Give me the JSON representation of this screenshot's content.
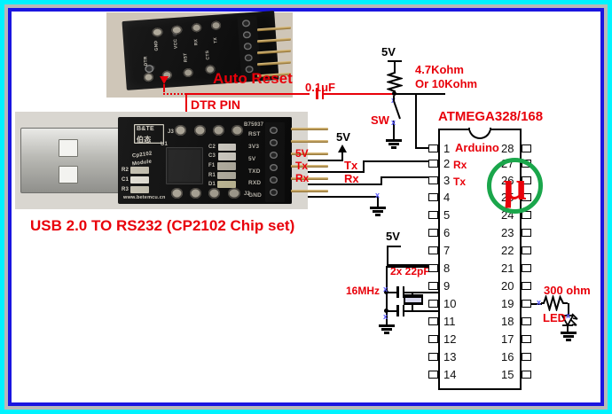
{
  "title": "USB 2.0 TO RS232 (CP2102 Chip set) to ATMEGA328/168 Arduino auto-reset wiring diagram",
  "frame": {
    "outer_color": "#00f3ff",
    "mid_color": "#b9b9b9",
    "inner_color": "#1a15e0",
    "page_color": "#ffffff"
  },
  "colors": {
    "label_red": "#e8000a",
    "wire_black": "#000000",
    "logo_green": "#1aa64b",
    "junction_blue": "#5a5aff"
  },
  "annotations": {
    "auto_reset": "Auto Reset",
    "dtr_pin": "DTR PIN",
    "usb_caption": "USB 2.0 TO RS232 (CP2102 Chip set)",
    "cap_value": "0.1uF",
    "pullup_value_line1": "4.7Kohm",
    "pullup_value_line2": "Or 10Kohm",
    "supply_top": "5V",
    "switch": "SW",
    "supply_header": "5V",
    "supply_pin7": "5V",
    "tx_label": "Tx",
    "rx_label": "Rx",
    "crystal": "16MHz",
    "caps_22pf": "2x 22pF",
    "led_resistor": "300 ohm",
    "led": "LED"
  },
  "usb_board": {
    "brand": "B&TE",
    "brand_cn": "伯态",
    "part_number": "B75937",
    "chip_label": "U1",
    "module_text_1": "Cp2102",
    "module_text_2": "Module",
    "website": "www.betemcu.cn",
    "connector_left": "J3",
    "connector_bottom": "J2",
    "components": [
      "C2",
      "C3",
      "F1",
      "R1",
      "D1",
      "R2",
      "C1",
      "R3"
    ],
    "header_pins": [
      "RST",
      "3V3",
      "5V",
      "TXD",
      "RXD",
      "GND"
    ],
    "overlay_pin_labels": [
      "5V",
      "Tx",
      "Rx"
    ]
  },
  "top_board": {
    "top_pads": [
      "GND",
      "VCC",
      "RX",
      "TX"
    ],
    "bottom_pads": [
      "DTR",
      "NC?",
      "RST",
      "CTS"
    ]
  },
  "ic": {
    "part_label": "ATMEGA328/168",
    "sub_label": "Arduino",
    "logo_glyph": "µ",
    "left_pins": [
      {
        "num": "1",
        "func": ""
      },
      {
        "num": "2",
        "func": "Rx"
      },
      {
        "num": "3",
        "func": "Tx"
      },
      {
        "num": "4",
        "func": ""
      },
      {
        "num": "5",
        "func": ""
      },
      {
        "num": "6",
        "func": ""
      },
      {
        "num": "7",
        "func": ""
      },
      {
        "num": "8",
        "func": ""
      },
      {
        "num": "9",
        "func": ""
      },
      {
        "num": "10",
        "func": ""
      },
      {
        "num": "11",
        "func": ""
      },
      {
        "num": "12",
        "func": ""
      },
      {
        "num": "13",
        "func": ""
      },
      {
        "num": "14",
        "func": ""
      }
    ],
    "right_pins": [
      {
        "num": "28"
      },
      {
        "num": "27"
      },
      {
        "num": "26"
      },
      {
        "num": "25"
      },
      {
        "num": "24"
      },
      {
        "num": "23"
      },
      {
        "num": "22"
      },
      {
        "num": "21"
      },
      {
        "num": "20"
      },
      {
        "num": "19"
      },
      {
        "num": "18"
      },
      {
        "num": "17"
      },
      {
        "num": "16"
      },
      {
        "num": "15"
      }
    ]
  }
}
